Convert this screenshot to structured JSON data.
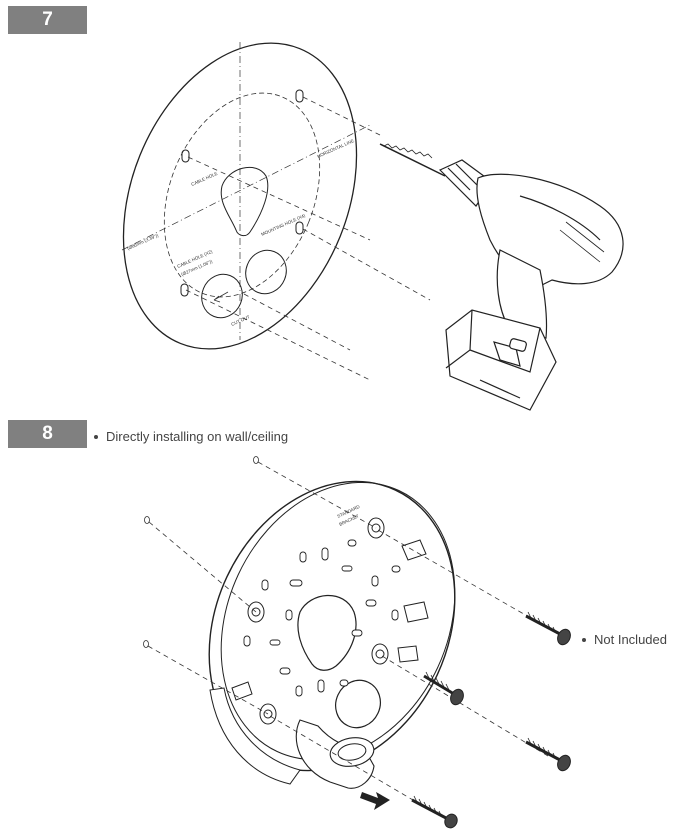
{
  "steps": [
    {
      "number": "7"
    },
    {
      "number": "8",
      "caption": "Directly installing on wall/ceiling"
    }
  ],
  "template_labels": {
    "horizontal_line": "HORIZONTAL LINE",
    "cable_hole": "CABLE HOLE",
    "mounting_hole": "MOUNTING HOLE (X4)",
    "cable_hole_x2": "CABLE HOLE (X2)",
    "dim1": "(Ø27mm (1.06\"))",
    "dim2": "(Ø86mm (3.39\"))",
    "cutout": "CUT OUT"
  },
  "plate_labels": {
    "label_a": "STANDARD",
    "label_b": "BRACKET"
  },
  "note": "Not Included"
}
